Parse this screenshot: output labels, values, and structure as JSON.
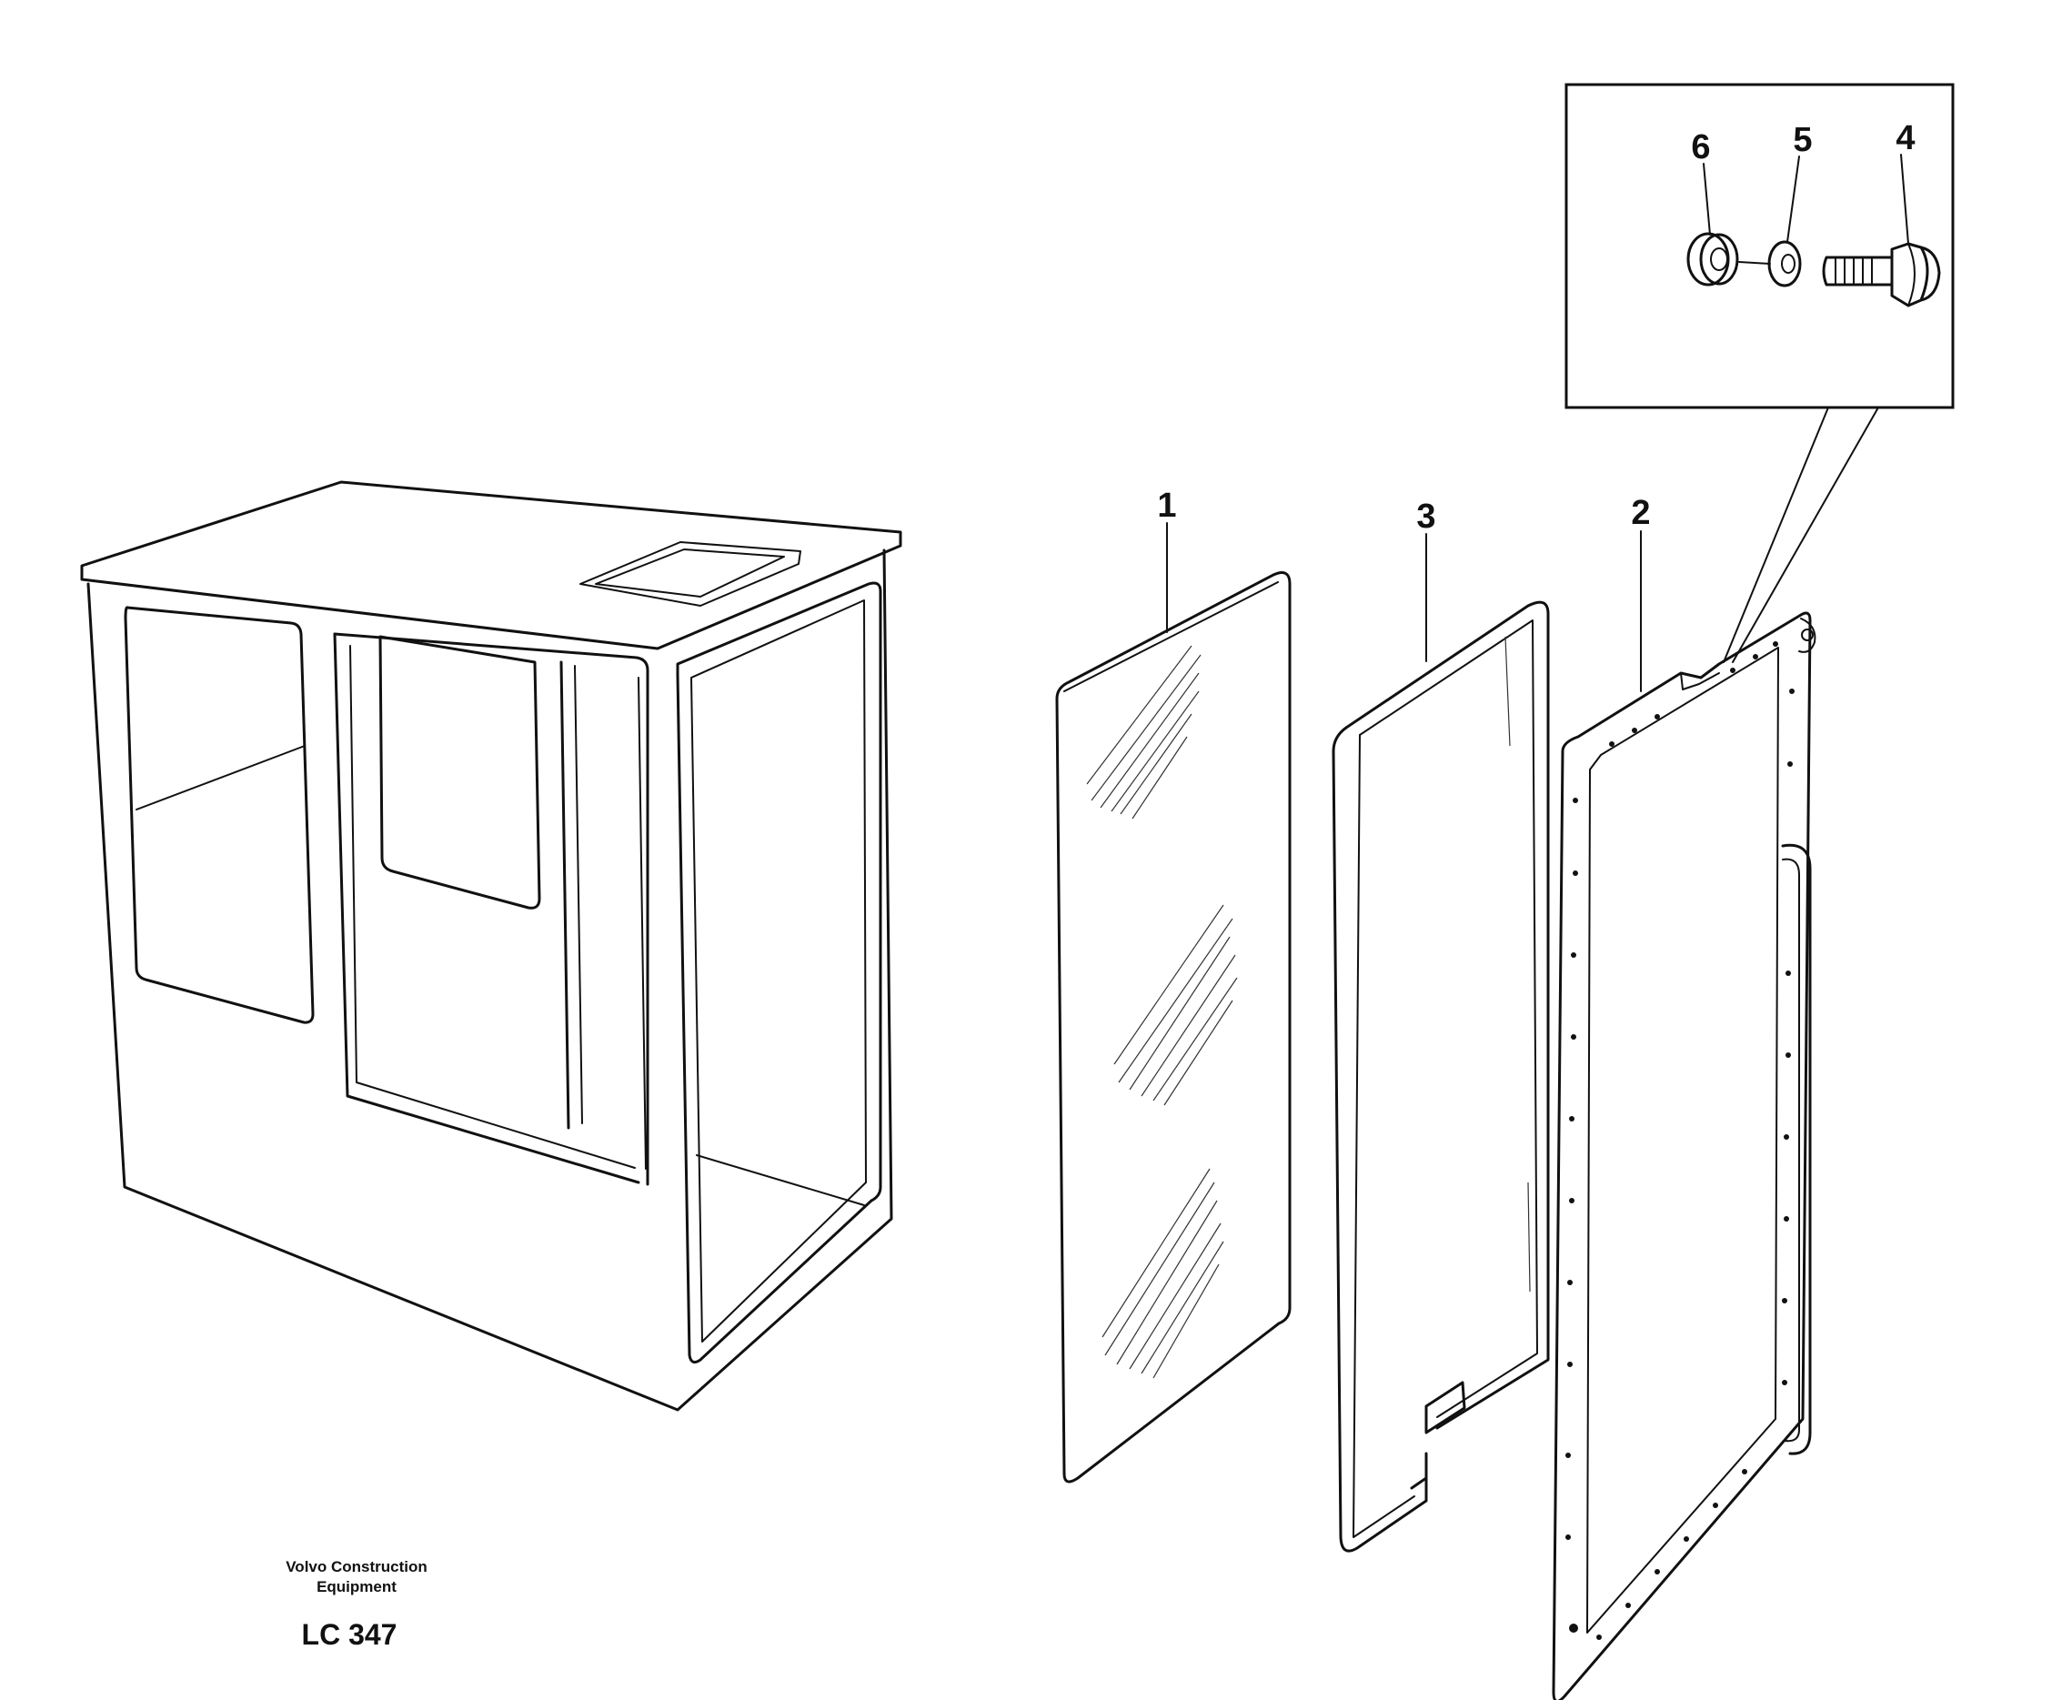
{
  "callouts": {
    "glass": "1",
    "frame": "2",
    "seal": "3",
    "screw": "4",
    "washer": "5",
    "nut": "6"
  },
  "credit": {
    "line1": "Volvo Construction",
    "line2": "Equipment"
  },
  "drawing_code": "LC 347",
  "colors": {
    "ink": "#111111",
    "paper": "#ffffff"
  }
}
